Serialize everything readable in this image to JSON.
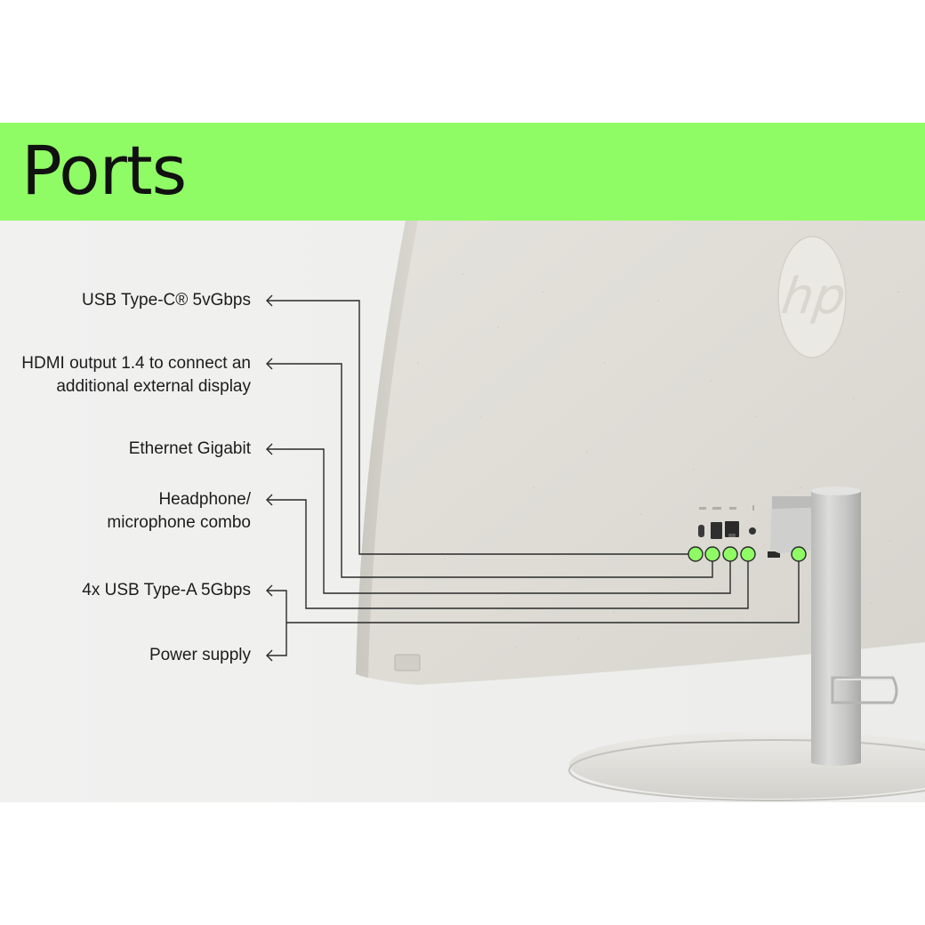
{
  "header": {
    "title": "Ports",
    "band_color": "#8ffc65"
  },
  "logo": {
    "icon": "hp-logo-icon",
    "text": "hp"
  },
  "callouts": [
    {
      "id": "usb-c",
      "lines": [
        "USB Type-C® 5vGbps"
      ]
    },
    {
      "id": "hdmi",
      "lines": [
        "HDMI output 1.4 to connect an",
        "additional external display"
      ]
    },
    {
      "id": "ethernet",
      "lines": [
        "Ethernet Gigabit"
      ]
    },
    {
      "id": "headphone",
      "lines": [
        "Headphone/",
        "microphone combo"
      ]
    },
    {
      "id": "usb-a",
      "lines": [
        "4x USB Type-A 5Gbps"
      ]
    },
    {
      "id": "power",
      "lines": [
        "Power supply"
      ]
    }
  ],
  "port_markers": {
    "icon": "port-marker-circle-icon",
    "color": "#8ffc65"
  },
  "arrow_icon": "arrow-left-icon"
}
